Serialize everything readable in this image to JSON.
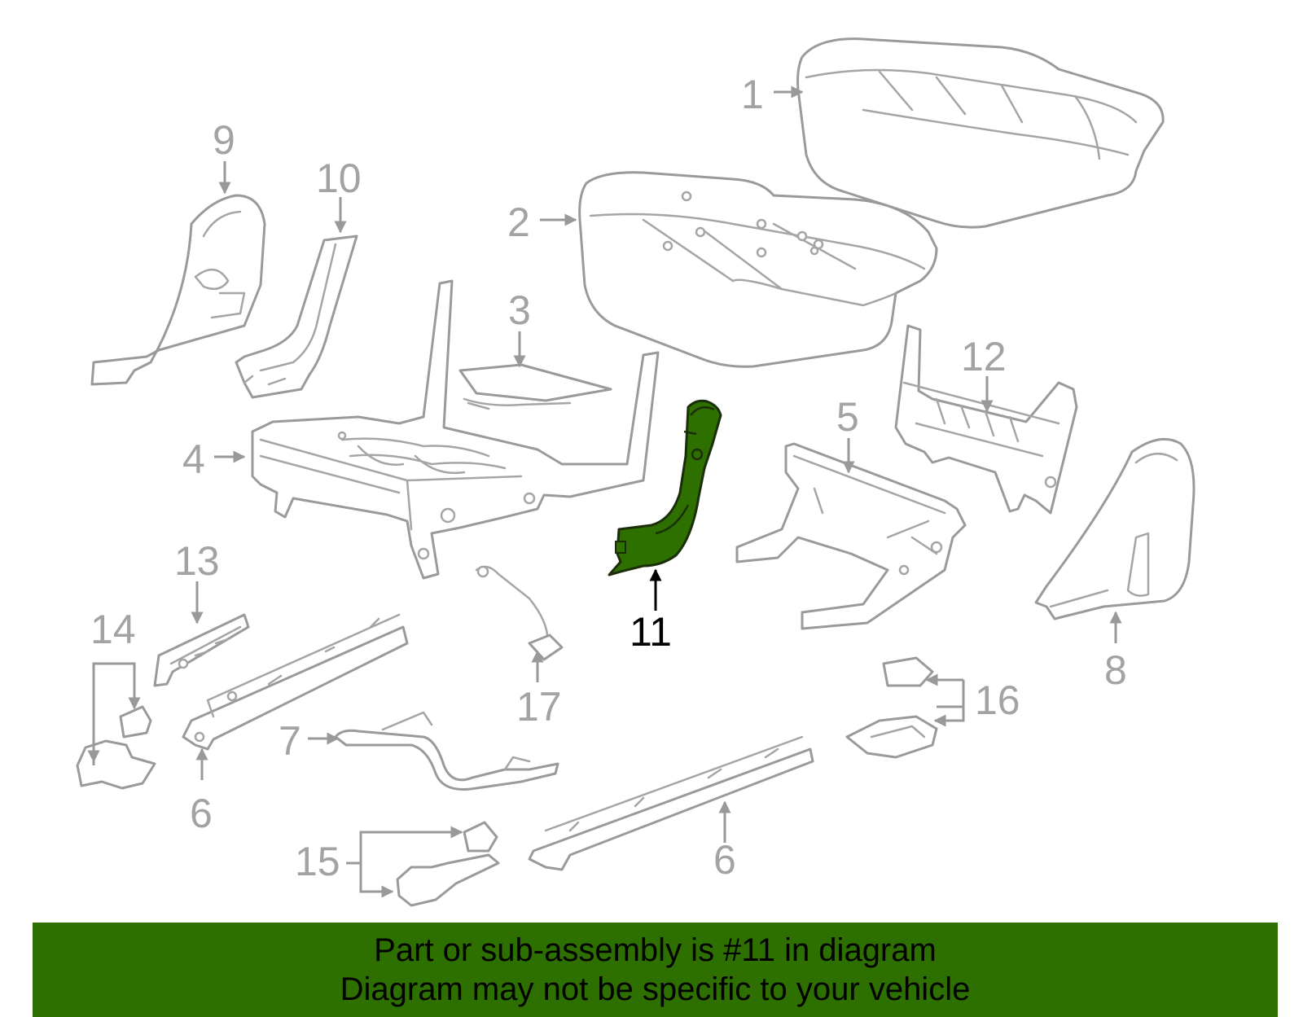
{
  "callouts": [
    "1",
    "2",
    "3",
    "4",
    "5",
    "6",
    "6",
    "7",
    "8",
    "9",
    "10",
    "11",
    "12",
    "13",
    "14",
    "15",
    "16",
    "17"
  ],
  "highlighted_part": "11",
  "banner": {
    "line1": "Part or sub-assembly is #11 in diagram",
    "line2": "Diagram may not be specific to your vehicle"
  },
  "colors": {
    "highlight": "#2d7000",
    "banner_bg": "#2d7000",
    "line_art": "#9a9a9a",
    "callout_text": "#a3a3a3",
    "active_text": "#000000"
  }
}
